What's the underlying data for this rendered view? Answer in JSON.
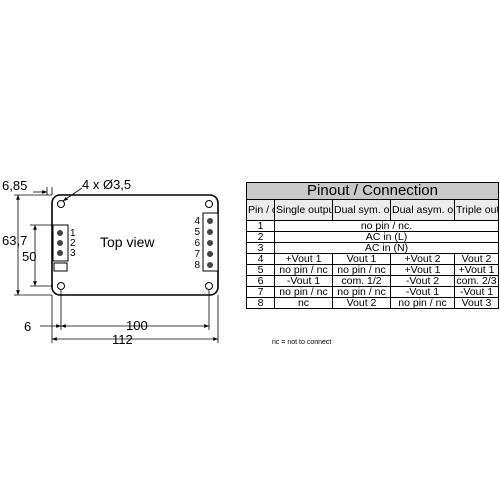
{
  "drawing": {
    "view_label": "Top view",
    "dims": {
      "edge_offset": "6,85",
      "holes": "4 x Ø3,5",
      "outer_height": "63,7",
      "inner_height": "50",
      "pin_offset": "6",
      "hole_spacing": "100",
      "outer_width": "112"
    },
    "left_pins": [
      "1",
      "2",
      "3"
    ],
    "right_pins": [
      "4",
      "5",
      "6",
      "7",
      "8"
    ]
  },
  "table": {
    "title": "Pinout / Connection",
    "headers": [
      "Pin / con.",
      "Single output",
      "Dual sym. output",
      "Dual asym. output",
      "Triple output"
    ],
    "rows": [
      {
        "pin": "1",
        "span": "no pin / nc."
      },
      {
        "pin": "2",
        "span": "AC in (L)"
      },
      {
        "pin": "3",
        "span": "AC in (N)"
      },
      {
        "pin": "4",
        "cells": [
          "+Vout 1",
          "Vout 1",
          "+Vout 2",
          "Vout 2"
        ]
      },
      {
        "pin": "5",
        "cells": [
          "no pin / nc",
          "no pin / nc",
          "+Vout 1",
          "+Vout 1"
        ]
      },
      {
        "pin": "6",
        "cells": [
          "-Vout 1",
          "com. 1/2",
          "-Vout 2",
          "com. 2/3"
        ]
      },
      {
        "pin": "7",
        "cells": [
          "no pin / nc",
          "no pin / nc",
          "-Vout 1",
          "-Vout 1"
        ]
      },
      {
        "pin": "8",
        "cells": [
          "nc",
          "Vout 2",
          "no pin / nc",
          "Vout 3"
        ]
      }
    ],
    "footnote": "nc = not to connect"
  }
}
